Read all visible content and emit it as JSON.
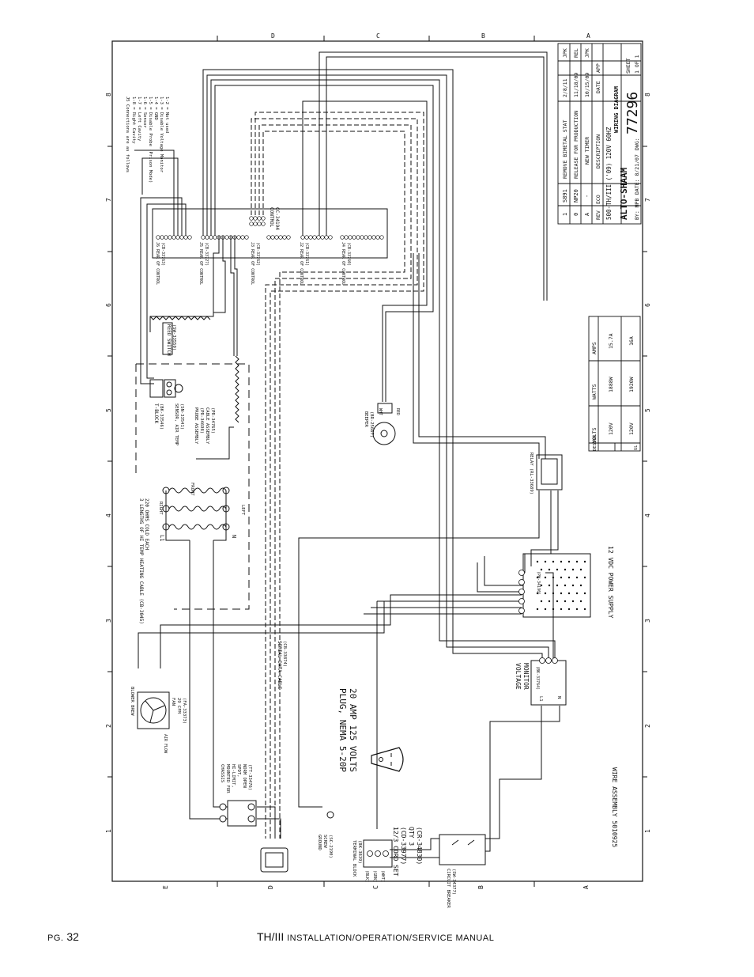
{
  "grid": {
    "top_letters": [
      "D",
      "C",
      "B",
      "A"
    ],
    "bottom_letters": [
      "E",
      "D",
      "C",
      "B",
      "A"
    ],
    "side_numbers": [
      "8",
      "7",
      "6",
      "5",
      "4",
      "3",
      "2",
      "1"
    ]
  },
  "title_block": {
    "revisions": [
      {
        "rev": "1",
        "eco": "S891",
        "description": "REMOVE BIMETAL STAT",
        "date": "2/8/11",
        "app": "JPK"
      },
      {
        "rev": "0",
        "eco": "NP20",
        "description": "RELEASE FOR PRODUCTION",
        "date": "11/18/09",
        "app": "REL"
      },
      {
        "rev": "A",
        "eco": "-",
        "description": "NEW TIMER",
        "date": "10/15/09",
        "app": "JPK"
      }
    ],
    "header": {
      "rev": "REV",
      "eco": "ECO",
      "description": "DESCRIPTION",
      "date": "DATE",
      "app": "APP"
    },
    "model": "500-TH/III ('09) 120V 60HZ",
    "doc_type": "WIRING DIAGRAM",
    "brand": "ALTO-SHAAM",
    "by": "BY: MPB",
    "date": "DATE: 8/21/07",
    "dwg_label": "DWG:",
    "dwg_number": "77296",
    "sheet_label": "SHEET",
    "sheet_value": "1 OF 1"
  },
  "ratings": {
    "headers": [
      "VOLTS",
      "WATTS",
      "AMPS"
    ],
    "rows": [
      [
        "120V",
        "1888W",
        "15.7A"
      ],
      [
        "120V",
        "1920W",
        "16A"
      ]
    ],
    "ul_label": "UL",
    "design_label": "DESIGN"
  },
  "labels": {
    "j5_note": [
      "J5 Connections are as follows",
      "1-8 = Right Cavity",
      "1-7 = Left Cavity",
      "1-6 = Sensor",
      "1-5 = Disable Probe (Prison Mode)",
      "1-4 = GND",
      "1-3 = Disable Voltage Monitor",
      "1-2 = Not used"
    ],
    "control": "CONTROL",
    "control_part": "CC-34194",
    "j6_label": "J6 REAR OF CONTROL",
    "j6_part": "(CB-33763)",
    "j5_label": "J5 REAR OF CONTROL",
    "j5_part": "(CB-33727)",
    "j3_label": "J3 REAR OF CONTROL",
    "j3_part": "(CB-33762)",
    "j2_label": "J2 REAR OF CONTROL",
    "j2_part": "(CB-33761)",
    "j4_label": "J4 REAR OF CONTROL",
    "j4_part": "(CB-33760)",
    "reed_switch": "REED SWITCH",
    "reed_part": "(SW-33550)",
    "t_block": "T-BLOCK",
    "t_block_part": "(BK-33546)",
    "sensor": "SENSOR, AIR TEMP",
    "sensor_part": "(SN-33541)",
    "probe": "PROBE ASSEMBLY",
    "probe_part": "(PR-34698)",
    "cable_assembly": "CABLE ASSEMBLY",
    "cable_part": "(PR-34765)",
    "heating_cable_1": "3 LENGTHS OF HI TEMP HEATING CABLE (CB-3045)",
    "heating_cable_2": "220 OHMS COLD EACH",
    "front": "FRONT",
    "right": "RIGHT",
    "left": "LEFT",
    "l1": "L1",
    "n": "N",
    "beeper": "BEEPER",
    "beeper_part": "(BR-25667)",
    "wht": "WHT",
    "red": "RED",
    "relay": "RELAY (RL-33689)",
    "power_supply": "12 VDC POWER SUPPLY",
    "power_part": "(PW-34190)",
    "voltage_monitor_1": "VOLTAGE",
    "voltage_monitor_2": "MONITOR",
    "voltage_part": "(BK-33764)",
    "serial_cable": "SERIAL DATA CABLE",
    "serial_part": "(CB-33874)",
    "plug_1": "PLUG, NEMA 5-20P",
    "plug_2": "20 AMP 125 VOLTS",
    "fan_1": "BLOWER BREW",
    "fan_2": "FAN",
    "fan_3": "29 CFM",
    "fan_part": "(FA-33373)",
    "air_flow": "AIR FLOW",
    "limit_1": "CHASSIS",
    "limit_2": "MOUNTED FOR",
    "limit_3": "HI-LIMIT,",
    "limit_4": "SPDT,",
    "limit_5": "NORM OPEN",
    "limit_part": "(TT-33476)",
    "ground_1": "GROUND",
    "ground_2": "SCREW",
    "ground_part": "(SC-2190)",
    "terminal_block": "TERMINAL BLOCK",
    "terminal_part": "(BK-3839)",
    "blk": "(BLK)",
    "grn": "(GRN)",
    "wht_c": "(WHT)",
    "cord_1": "12/3 CORD SET",
    "cord_2": "(CD-33977)",
    "cord_3": "QTY 3",
    "cord_4": "(CR-34830)",
    "breaker": "CIRCUIT BREAKER",
    "breaker_part": "(SW-34377)",
    "wire_assembly": "WIRE ASSEMBLY 5010925"
  },
  "footer": {
    "page_prefix": "PG.",
    "page_number": "32",
    "manual_prefix": "TH/III",
    "manual_title": "INSTALLATION/OPERATION/SERVICE MANUAL"
  }
}
